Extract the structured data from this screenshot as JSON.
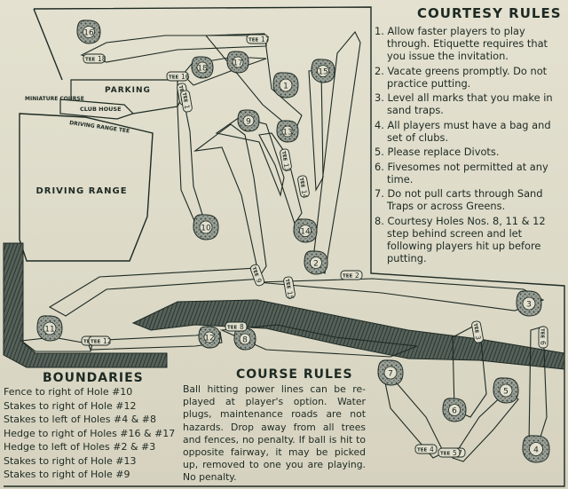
{
  "map": {
    "parking_label": "PARKING",
    "clubhouse_label": "CLUB HOUSE",
    "miniature_course_label": "MINIATURE COURSE",
    "driving_range_tee_label": "DRIVING RANGE TEE",
    "driving_range_label": "DRIVING RANGE",
    "tee_label": "TEE",
    "holes": [
      {
        "number": "1"
      },
      {
        "number": "2"
      },
      {
        "number": "3"
      },
      {
        "number": "4"
      },
      {
        "number": "5"
      },
      {
        "number": "6"
      },
      {
        "number": "7"
      },
      {
        "number": "8"
      },
      {
        "number": "9"
      },
      {
        "number": "10"
      },
      {
        "number": "11"
      },
      {
        "number": "12"
      },
      {
        "number": "13"
      },
      {
        "number": "14"
      },
      {
        "number": "15"
      },
      {
        "number": "16"
      },
      {
        "number": "17"
      },
      {
        "number": "18"
      }
    ],
    "tee_numbers": [
      "18",
      "17",
      "10",
      "11",
      "12",
      "8",
      "9",
      "16",
      "15",
      "13",
      "14",
      "1",
      "2",
      "3",
      "6",
      "4",
      "7",
      "5"
    ]
  },
  "courtesy_rules": {
    "title": "COURTESY RULES",
    "items": [
      "1. Allow faster players to play through. Etiquette requires that you issue the invitation.",
      "2. Vacate greens promptly. Do not practice putting.",
      "3. Level all marks that you make in sand traps.",
      "4. All players must have a bag and set of clubs.",
      "5. Please replace Divots.",
      "6. Fivesomes not permitted at any time.",
      "7. Do not pull carts through Sand Traps or across Greens.",
      "8. Courtesy Holes Nos. 8, 11 & 12 step behind screen and let following players hit up before putting."
    ]
  },
  "boundaries": {
    "title": "BOUNDARIES",
    "items": [
      "Fence to right of Hole #10",
      "Stakes to right of Hole #12",
      "Stakes to left of Holes #4 & #8",
      "Hedge to right of Holes #16 & #17",
      "Hedge to left of Holes #2 & #3",
      "Stakes to right of Hole #13",
      "Stakes to right of Hole #9"
    ]
  },
  "course_rules": {
    "title": "COURSE RULES",
    "text": "Ball hitting power lines can be re-played at player's option. Water plugs, maintenance roads are not hazards. Drop away from all trees and fences, no penalty. If ball is hit to opposite fairway, it may be picked up, removed to one you are playing. No penalty."
  },
  "colors": {
    "ink": "#1d2a23",
    "paper": "#e2dfce",
    "green": "#8f948b",
    "water": "#3e4a43"
  }
}
